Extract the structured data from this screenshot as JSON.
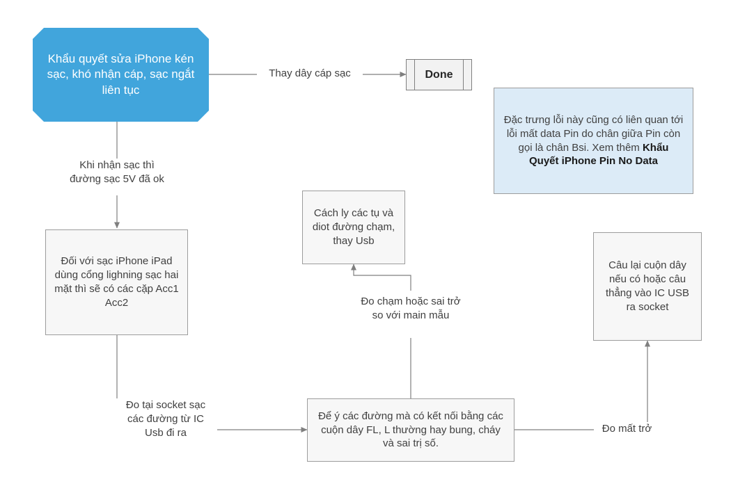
{
  "diagram": {
    "title": "Khau quyet sua iPhone ken sac flowchart",
    "colors": {
      "start_fill": "#41A5DC",
      "start_text": "#FFFFFF",
      "box_fill": "#F7F7F7",
      "box_border": "#9C9C9C",
      "note_fill": "#DCEBF7",
      "note_border": "#9C9C9C",
      "connector": "#7F7F7F",
      "text": "#404040",
      "canvas": "#FFFFFF"
    },
    "nodes": {
      "start": {
        "shape": "octagon",
        "text": "Khẩu quyết sửa iPhone kén sạc, khó nhận cáp, sạc ngắt liên tục"
      },
      "done": {
        "shape": "predefined-process",
        "text": "Done"
      },
      "note": {
        "shape": "note",
        "text_plain": "Đặc trưng lỗi này cũng có liên quan tới lỗi mất data Pin do chân giữa Pin còn gọi là chân Bsi. Xem thêm Khẩu Quyết iPhone Pin No Data",
        "text_normal": "Đặc trưng lỗi này cũng có liên quan tới lỗi mất data Pin do chân giữa Pin còn gọi là chân Bsi. Xem thêm ",
        "text_bold": "Khẩu Quyết iPhone Pin No Data"
      },
      "acc": {
        "shape": "rectangle",
        "text": "Đối với sạc iPhone iPad dùng cổng lighning sạc hai mặt thì sẽ có các cặp Acc1 Acc2"
      },
      "isolate": {
        "shape": "rectangle",
        "text": "Cách ly các tụ và diot đường chạm, thay Usb"
      },
      "coil": {
        "shape": "rectangle",
        "text": "Câu lại cuộn dây nếu có hoặc câu thẳng vào IC USB ra socket"
      },
      "lines": {
        "shape": "rectangle",
        "text": "Để ý các đường mà có kết nối bằng các cuộn dây FL, L thường hay bung, cháy và sai trị số."
      }
    },
    "edges": [
      {
        "id": "start-to-done",
        "label": "Thay dây cáp sạc",
        "from": "start",
        "to": "done"
      },
      {
        "id": "start-to-acc",
        "label": "Khi nhận sạc thì\nđường sạc 5V đã ok",
        "from": "start",
        "to": "acc"
      },
      {
        "id": "acc-to-lines",
        "label": "Đo tại socket sạc\ncác đường từ IC\nUsb đi ra",
        "from": "acc",
        "to": "lines"
      },
      {
        "id": "lines-to-isolate",
        "label": "Đo chạm hoặc sai trở\nso với main mẫu",
        "from": "lines",
        "to": "isolate"
      },
      {
        "id": "lines-to-coil",
        "label": "Đo mất trở",
        "from": "lines",
        "to": "coil"
      }
    ]
  }
}
